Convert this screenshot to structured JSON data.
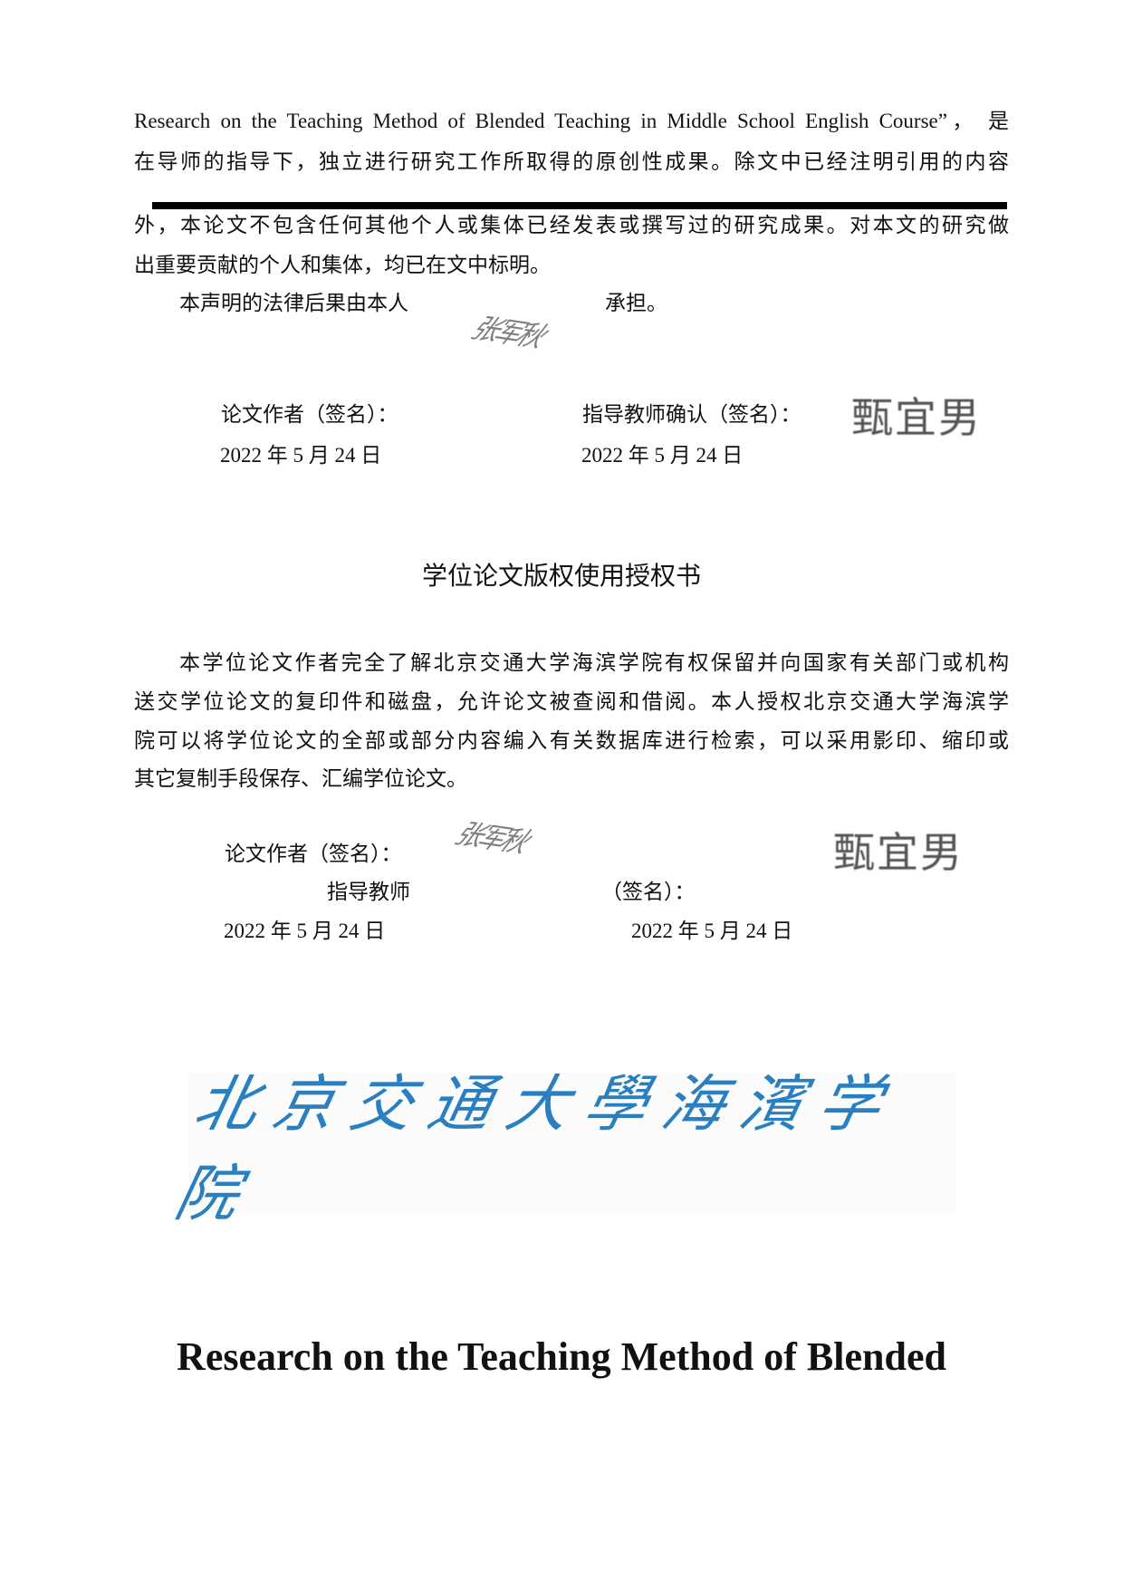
{
  "declaration": {
    "lines": [
      "Research on the Teaching Method of Blended  Teaching in Middle School English Course”， 是",
      "在导师的指导下，独立进行研究工作所取得的原创性成果。除文中已经注明引用的内容",
      "外，本论文不包含任何其他个人或集体已经发表或撰写过的研究成果。对本文的研究做",
      "出重要贡献的个人和集体，均已在文中标明。"
    ],
    "legal_prefix": "本声明的法律后果由本人",
    "legal_suffix": "承担。",
    "author_label": "论文作者（签名）：",
    "advisor_label": "指导教师确认（签名）：",
    "author_date": "2022 年 5 月 24 日",
    "advisor_date": "2022 年 5 月 24 日",
    "author_signature": "张军秋",
    "advisor_signature": "甄宜男"
  },
  "authorization": {
    "heading": "学位论文版权使用授权书",
    "lines": [
      "本学位论文作者完全了解北京交通大学海滨学院有权保留并向国家有关部门或机构",
      "送交学位论文的复印件和磁盘，允许论文被查阅和借阅。本人授权北京交通大学海滨学",
      "院可以将学位论文的全部或部分内容编入有关数据库进行检索，可以采用影印、缩印或",
      "其它复制手段保存、汇编学位论文。"
    ],
    "author_label": "论文作者（签名）：",
    "advisor_label": "指导教师",
    "advisor_sign_label": "（签名）：",
    "author_date": "2022 年 5 月 24 日",
    "advisor_date": "2022 年 5 月 24 日",
    "author_signature": "张军秋",
    "advisor_signature": "甄宜男"
  },
  "logo": {
    "text": "北京交通大學海濱学院",
    "color": "#2a7fc0"
  },
  "english_title": "Research on the Teaching Method of Blended"
}
